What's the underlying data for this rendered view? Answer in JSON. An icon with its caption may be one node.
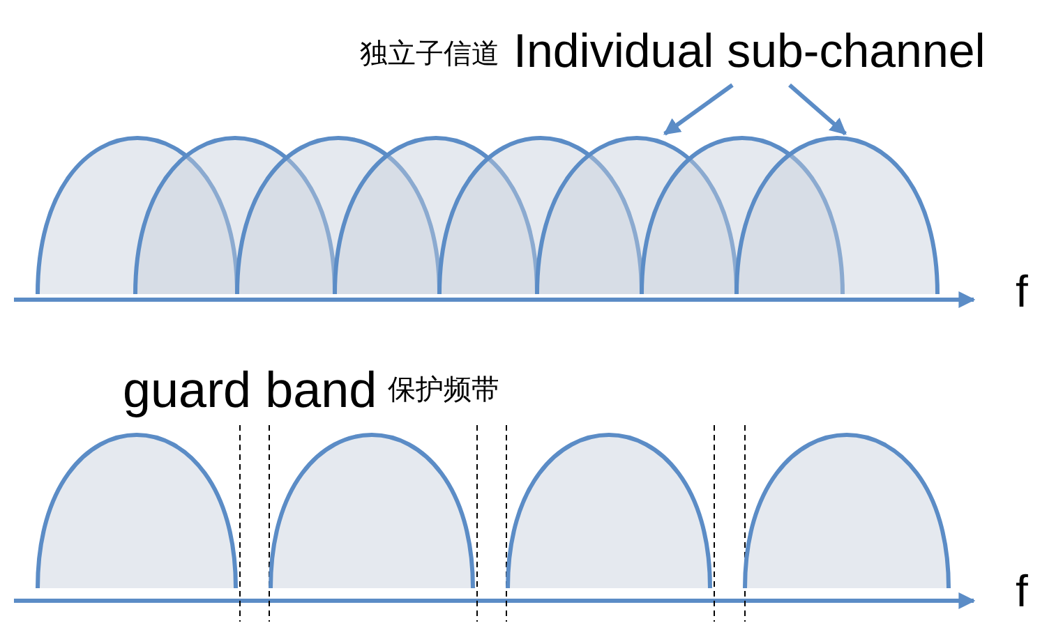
{
  "diagram": {
    "nodes": [
      {
        "text": [
          "Individual sub-channel"
        ],
        "beside": [
          "独立子信道"
        ]
      },
      {
        "text": [],
        "shape": "arch"
      },
      {
        "text": [],
        "shape": "arch"
      },
      {
        "text": [],
        "shape": "arch"
      },
      {
        "text": [],
        "shape": "arch"
      },
      {
        "text": [],
        "shape": "arch"
      },
      {
        "text": [],
        "shape": "arch"
      },
      {
        "text": [],
        "shape": "arch"
      },
      {
        "text": [],
        "shape": "arch"
      },
      {
        "text": [],
        "shape": "arch"
      },
      {
        "text": [],
        "shape": "arch"
      },
      {
        "text": [],
        "shape": "arch"
      },
      {
        "text": [],
        "shape": "arch"
      }
    ],
    "edges": [
      {
        "from": 0,
        "to": 6,
        "arrow": "to"
      },
      {
        "from": 0,
        "to": 8,
        "arrow": "to"
      }
    ],
    "labels": [
      "f",
      "guard band",
      "保护频带",
      "f"
    ]
  }
}
